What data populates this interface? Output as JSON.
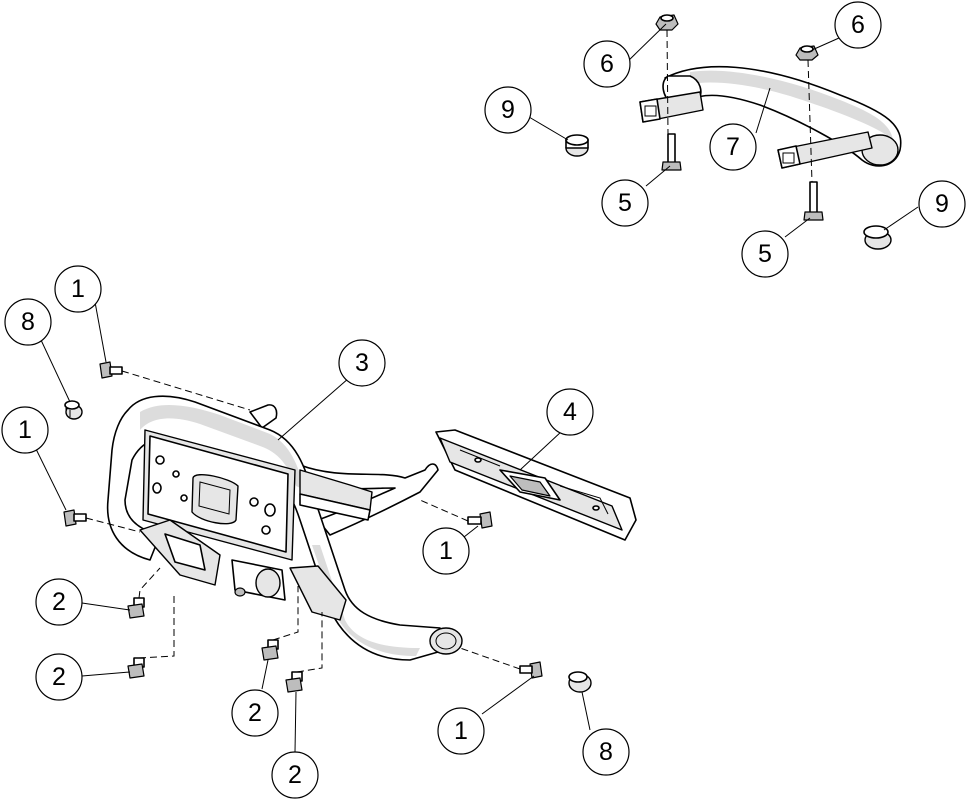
{
  "diagram": {
    "callouts": [
      {
        "id": "c1a",
        "label": "1"
      },
      {
        "id": "c1b",
        "label": "1"
      },
      {
        "id": "c1c",
        "label": "1"
      },
      {
        "id": "c1d",
        "label": "1"
      },
      {
        "id": "c2a",
        "label": "2"
      },
      {
        "id": "c2b",
        "label": "2"
      },
      {
        "id": "c2c",
        "label": "2"
      },
      {
        "id": "c2d",
        "label": "2"
      },
      {
        "id": "c3",
        "label": "3"
      },
      {
        "id": "c4",
        "label": "4"
      },
      {
        "id": "c5a",
        "label": "5"
      },
      {
        "id": "c5b",
        "label": "5"
      },
      {
        "id": "c6a",
        "label": "6"
      },
      {
        "id": "c6b",
        "label": "6"
      },
      {
        "id": "c7",
        "label": "7"
      },
      {
        "id": "c8a",
        "label": "8"
      },
      {
        "id": "c8b",
        "label": "8"
      },
      {
        "id": "c9a",
        "label": "9"
      },
      {
        "id": "c9b",
        "label": "9"
      }
    ],
    "colors": {
      "line": "#000000",
      "background": "#ffffff",
      "part_fill": "#e6e6e6",
      "part_shade": "#bdbdbd"
    }
  }
}
